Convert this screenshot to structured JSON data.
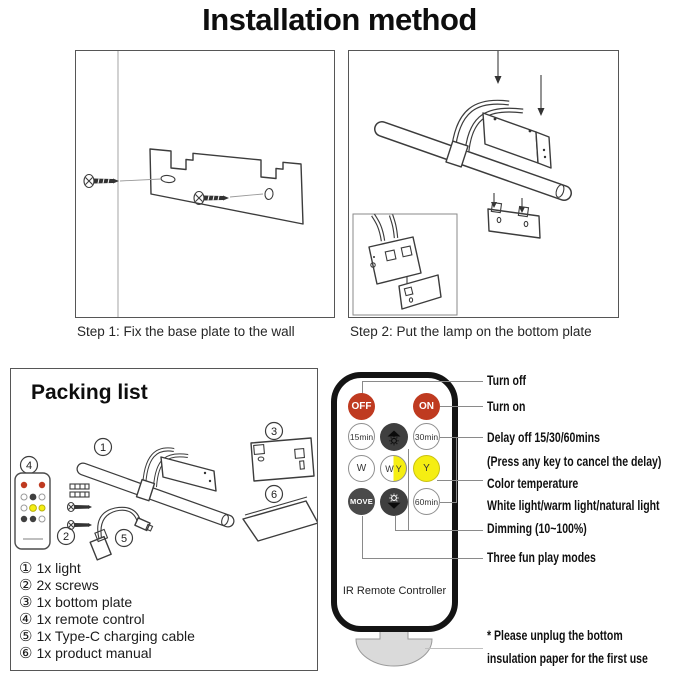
{
  "title": "Installation method",
  "steps": [
    {
      "caption": "Step 1: Fix the base plate to the wall"
    },
    {
      "caption": "Step 2: Put the lamp on the bottom plate"
    }
  ],
  "packing": {
    "title": "Packing list",
    "callouts": [
      "1",
      "2",
      "3",
      "4",
      "5",
      "6"
    ],
    "items": [
      {
        "num": "①",
        "label": "1x light"
      },
      {
        "num": "②",
        "label": "2x screws"
      },
      {
        "num": "③",
        "label": "1x bottom plate"
      },
      {
        "num": "④",
        "label": "1x remote control"
      },
      {
        "num": "⑤",
        "label": "1x Type-C charging cable"
      },
      {
        "num": "⑥",
        "label": "1x product manual"
      }
    ]
  },
  "remote": {
    "title": "IR Remote Controller",
    "buttons": {
      "off": "OFF",
      "on": "ON",
      "min15": "15min",
      "min30": "30min",
      "min60": "60min",
      "w": "W",
      "wy_w": "W",
      "wy_y": "Y",
      "y": "Y",
      "move": "MOVE"
    },
    "icons": {
      "dim_up": "brightness-up",
      "dim_down": "brightness-down"
    }
  },
  "annotations": {
    "turn_off": "Turn off",
    "turn_on": "Turn on",
    "delay": "Delay off  15/30/60mins",
    "delay_sub": "(Press any key to cancel the delay)",
    "color_temp": "Color temperature",
    "color_temp_sub": "White light/warm light/natural light",
    "dimming": "Dimming  (10~100%)",
    "modes": "Three fun play modes"
  },
  "note": {
    "line1": "* Please unplug the bottom",
    "line2": "insulation paper for the first use"
  },
  "colors": {
    "button_red": "#bf3a20",
    "button_yellow": "#f5ee12",
    "button_dark": "#3f3f3f"
  }
}
